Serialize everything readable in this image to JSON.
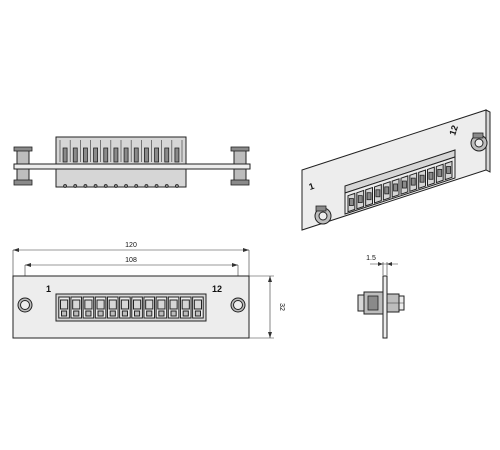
{
  "front_view": {
    "port_count": 12,
    "label_first": "1",
    "label_last": "12",
    "dimensions": {
      "overall_width": "120",
      "hole_spacing": "108",
      "height": "32"
    }
  },
  "iso_view": {
    "label_first": "1",
    "label_last": "12",
    "port_count": 12
  },
  "side_view": {
    "thickness": "1.5"
  },
  "top_view": {
    "port_count": 12
  },
  "colors": {
    "line": "#222222",
    "fill": "#d6d6d6",
    "shade": "#8a8a8a"
  }
}
